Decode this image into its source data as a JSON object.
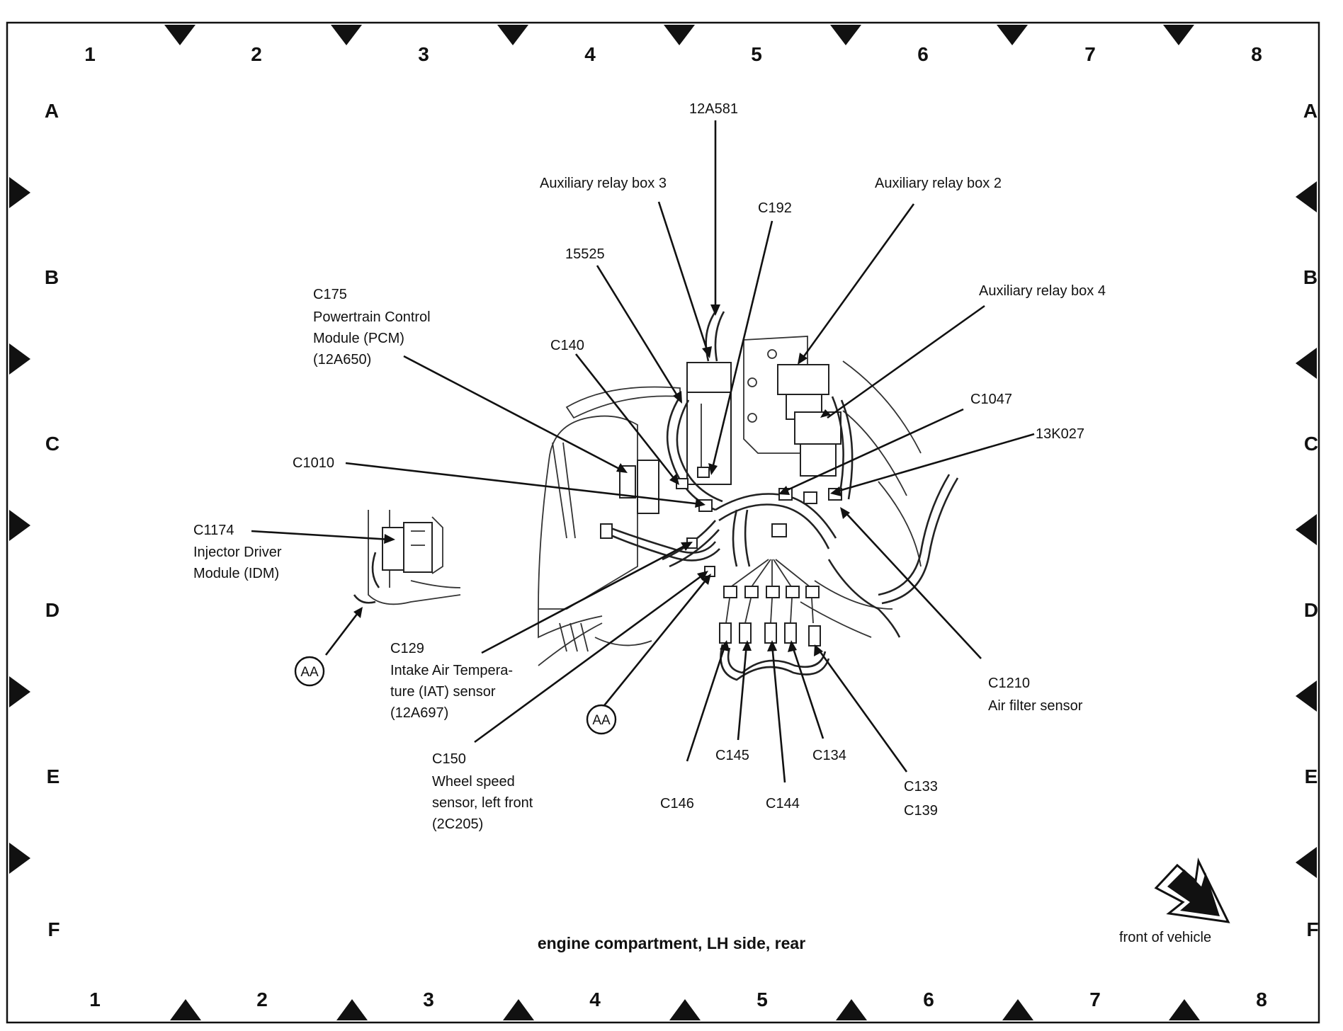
{
  "grid": {
    "columns": [
      "1",
      "2",
      "3",
      "4",
      "5",
      "6",
      "7",
      "8"
    ],
    "rows": [
      "A",
      "B",
      "C",
      "D",
      "E",
      "F"
    ]
  },
  "labels": {
    "12A581": "12A581",
    "aux_relay_box_3": "Auxiliary relay box 3",
    "c192": "C192",
    "aux_relay_box_2": "Auxiliary relay box 2",
    "15525": "15525",
    "aux_relay_box_4": "Auxiliary relay box 4",
    "c175_code": "C175",
    "pcm_line1": "Powertrain Control",
    "pcm_line2": "Module (PCM)",
    "pcm_line3": "(12A650)",
    "c140": "C140",
    "c1047": "C1047",
    "13K027": "13K027",
    "c1010": "C1010",
    "c1174_code": "C1174",
    "idm_line1": "Injector Driver",
    "idm_line2": "Module (IDM)",
    "c129_code": "C129",
    "iat_line1": "Intake Air Tempera-",
    "iat_line2": "ture (IAT) sensor",
    "iat_line3": "(12A697)",
    "c1210_code": "C1210",
    "c1210_line1": "Air filter sensor",
    "c150_code": "C150",
    "wss_line1": "Wheel speed",
    "wss_line2": "sensor, left front",
    "wss_line3": "(2C205)",
    "c145": "C145",
    "c134": "C134",
    "c146": "C146",
    "c144": "C144",
    "c133": "C133",
    "c139": "C139",
    "aa": "AA",
    "front_of_vehicle": "front of vehicle"
  },
  "caption": "engine compartment, LH side, rear"
}
